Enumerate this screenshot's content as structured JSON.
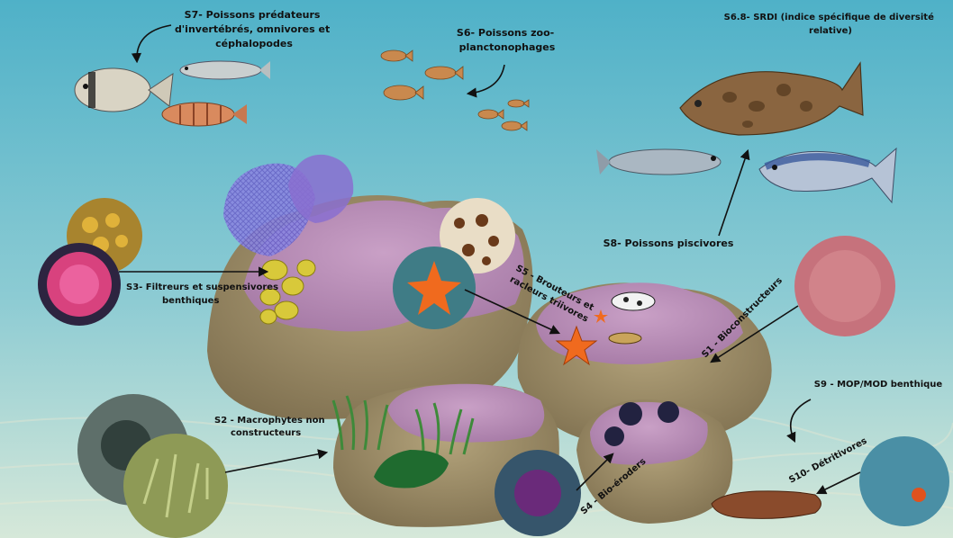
{
  "labels": {
    "s7": [
      "S7- Poissons prédateurs",
      "d'invertébrés, omnivores et",
      "céphalopodes"
    ],
    "s6": [
      "S6- Poissons zoo-",
      "planctonophages"
    ],
    "s68": [
      "S6.8- SRDI (indice spécifique de diversité",
      "relative)"
    ],
    "s8": "S8- Poissons piscivores",
    "s3": [
      "S3- Filtreurs et suspensivores",
      "benthiques"
    ],
    "s5": [
      "S5 - Brouteurs et",
      "racleurs triivores"
    ],
    "s1": "S1 - Bioconstructeurs",
    "s9": "S9 - MOP/MOD benthique",
    "s2": [
      "S2 - Macrophytes non",
      "constructeurs"
    ],
    "s4": "S4 - Bio-éroders",
    "s10": "S10- Détritivores"
  },
  "colors": {
    "water_top": "#5fb9cd",
    "water_bottom": "#cfe6dc",
    "sand": "#e4d6b8",
    "rock": "#9a8a66",
    "coral_pink": "#b98bb5",
    "fan_purple": "#7f78d8",
    "starfish": "#f06a1e"
  }
}
